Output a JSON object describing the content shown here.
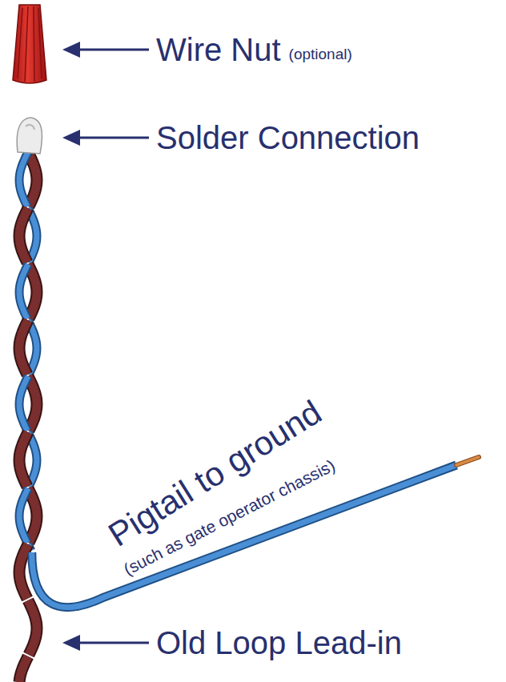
{
  "diagram": {
    "labels": [
      "Wire Nut",
      "(optional)",
      "Solder Connection",
      "Pigtail to ground",
      "(such as gate operator chassis)",
      "Old Loop Lead-in"
    ]
  }
}
